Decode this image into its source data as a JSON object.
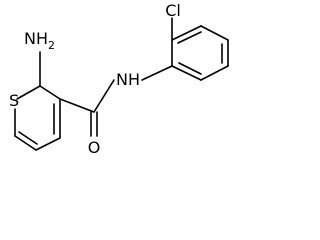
{
  "molecule": {
    "atoms": {
      "chlorine": "Cl",
      "amine": "NH",
      "amine_subscript": "2",
      "amide_nitrogen": "NH",
      "sulfur": "S",
      "oxygen": "O"
    },
    "colors": {
      "bond": "#000000",
      "label": "#000000",
      "background": "#ffffff"
    }
  }
}
